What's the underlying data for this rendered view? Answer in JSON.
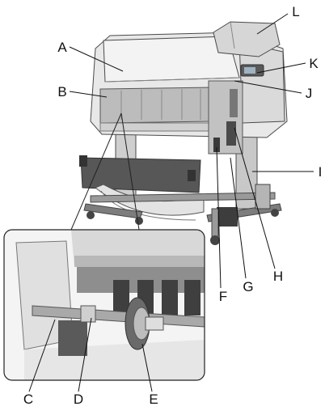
{
  "labels": {
    "A": "A",
    "B": "B",
    "C": "C",
    "D": "D",
    "E": "E",
    "F": "F",
    "G": "G",
    "H": "H",
    "I": "I",
    "J": "J",
    "K": "K",
    "L": "L"
  }
}
